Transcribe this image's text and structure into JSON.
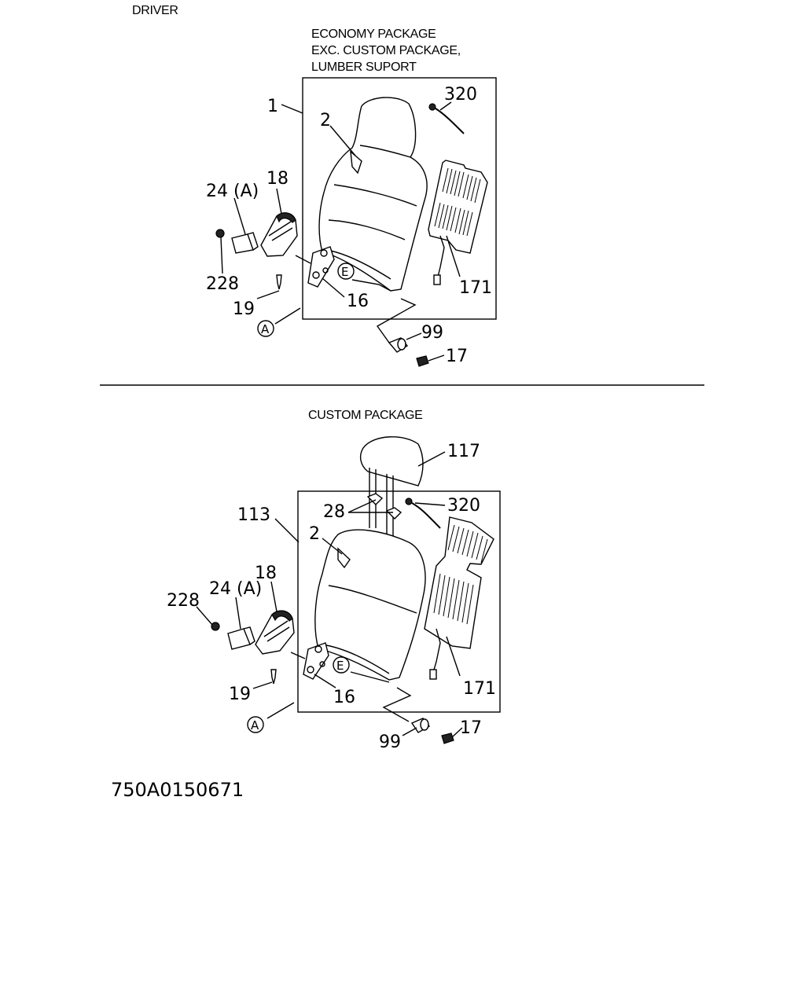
{
  "driver_label": "DRIVER",
  "economy": {
    "heading_lines": [
      "ECONOMY PACKAGE",
      "EXC. CUSTOM PACKAGE,",
      " LUMBER SUPORT"
    ],
    "callouts": {
      "c1": "1",
      "c2": "2",
      "c320": "320",
      "c18": "18",
      "c24": "24 (A)",
      "c228": "228",
      "c19": "19",
      "c16": "16",
      "c171": "171",
      "c99": "99",
      "c17": "17",
      "cA": "A",
      "cE": "E"
    }
  },
  "custom": {
    "heading": "CUSTOM PACKAGE",
    "callouts": {
      "c117": "117",
      "c28": "28",
      "c320": "320",
      "c113": "113",
      "c2": "2",
      "c18": "18",
      "c24": "24 (A)",
      "c228": "228",
      "c19": "19",
      "c16": "16",
      "c171": "171",
      "c99": "99",
      "c17": "17",
      "cA": "A",
      "cE": "E"
    }
  },
  "drawing_number": "750A0150671"
}
